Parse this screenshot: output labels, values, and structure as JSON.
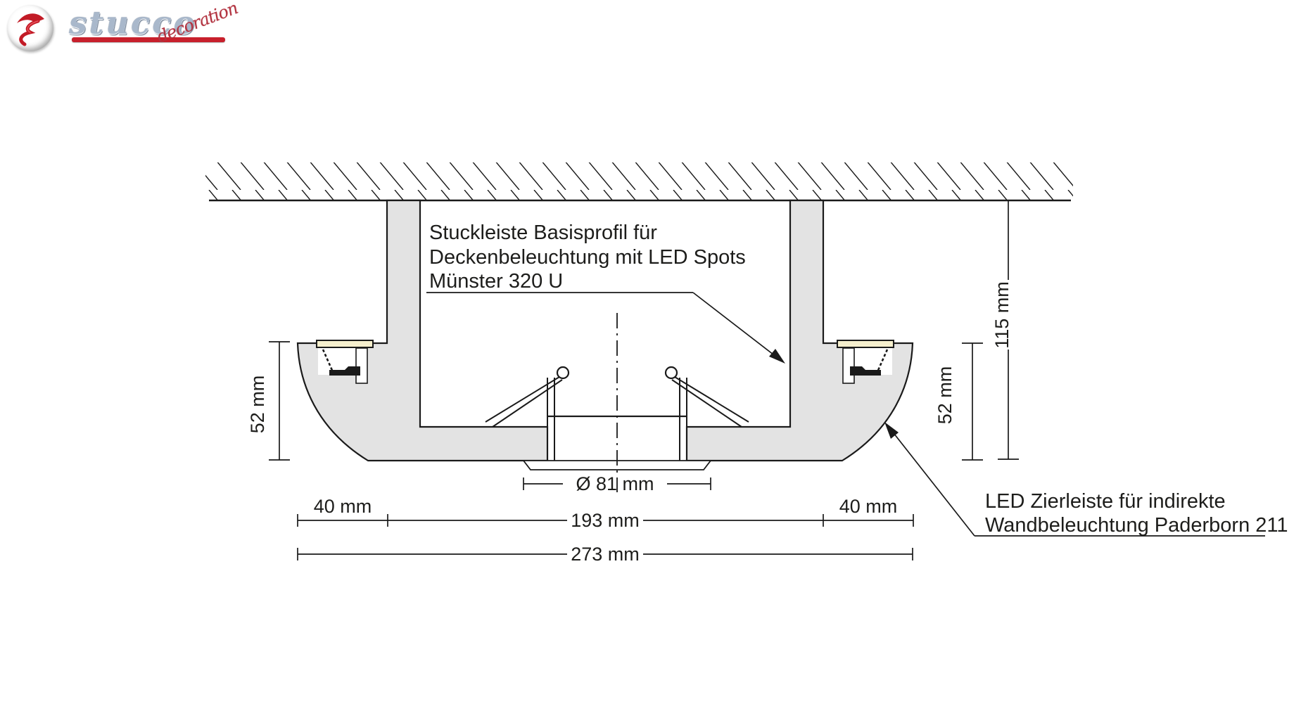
{
  "logo": {
    "brand": "stucco",
    "script": "decoration",
    "sphere_icon": "sphere-with-red-s",
    "colors": {
      "red": "#c8202c",
      "silver": "#a9b8cb"
    }
  },
  "diagram": {
    "title_note": "cross-section of ceiling profile",
    "label_basisprofil": {
      "line1": "Stuckleiste Basisprofil für",
      "line2": "Deckenbeleuchtung mit LED Spots",
      "line3": "Münster 320 U"
    },
    "label_zierleiste": {
      "line1": "LED Zierleiste für indirekte",
      "line2": "Wandbeleuchtung Paderborn 211"
    },
    "dimensions": {
      "cornice_height": "52 mm",
      "total_height": "115 mm",
      "side_width": "40 mm",
      "inner_width": "193 mm",
      "total_width": "273 mm",
      "spot_diameter": "Ø 81 mm"
    },
    "colors": {
      "plaster_grey": "#e3e3e3",
      "led_strip_cream": "#f5efcd",
      "line_black": "#1a1a1a"
    }
  }
}
